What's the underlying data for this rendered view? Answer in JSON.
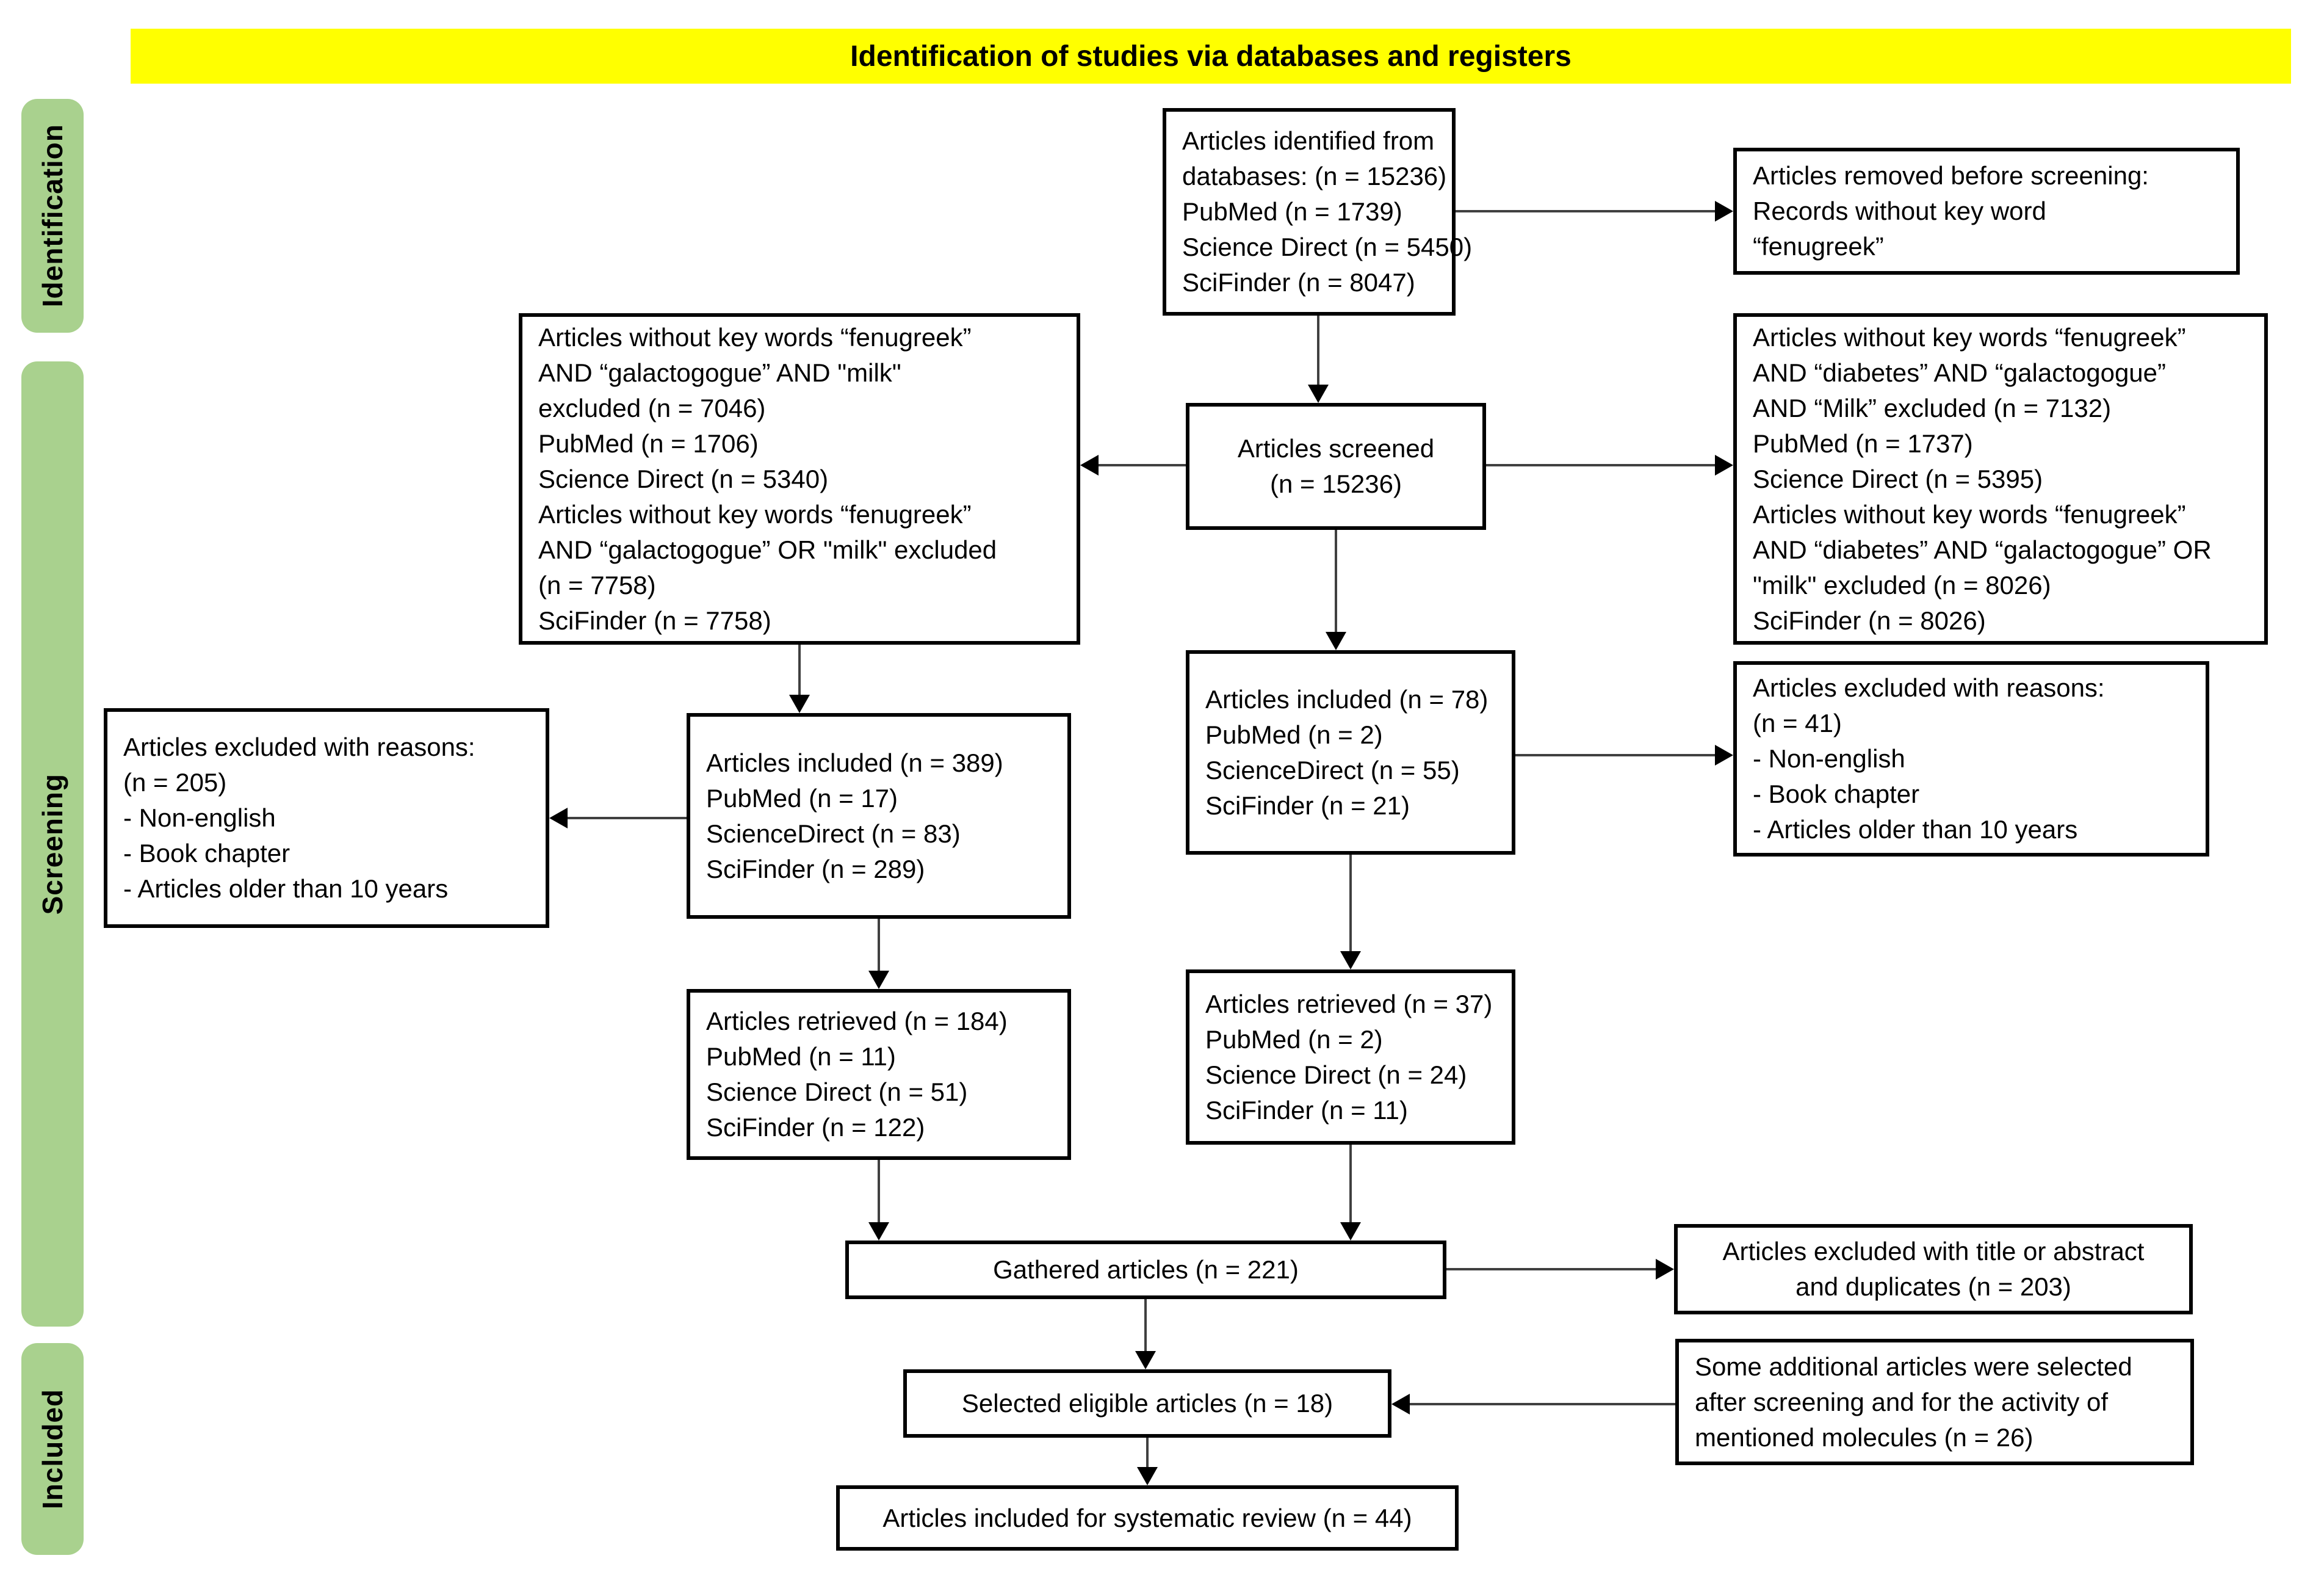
{
  "title": "Identification of studies via databases and registers",
  "bands": {
    "identification": "Identification",
    "screening": "Screening",
    "included": "Included"
  },
  "colors": {
    "title_bg": "#FFFF00",
    "band_bg": "#A9D18E",
    "box_bg": "#FFFFFF",
    "border": "#000000",
    "connector": "#404040"
  },
  "boxes": {
    "identified": {
      "lines": [
        "Articles identified from",
        "databases: (n = 15236)",
        "PubMed (n = 1739)",
        "Science Direct (n = 5450)",
        "SciFinder (n = 8047)"
      ]
    },
    "removed_before_screening": {
      "lines": [
        "Articles removed before screening:",
        "Records without key word",
        "“fenugreek”"
      ]
    },
    "keywords_excluded_left": {
      "lines": [
        "Articles without key words “fenugreek”",
        "AND “galactogogue” AND \"milk\"",
        "excluded (n = 7046)",
        "PubMed (n = 1706)",
        "Science Direct (n = 5340)",
        "Articles without key words “fenugreek”",
        "AND “galactogogue” OR \"milk\" excluded",
        "(n = 7758)",
        "SciFinder (n = 7758)"
      ]
    },
    "keywords_excluded_right": {
      "lines": [
        "Articles without key words “fenugreek”",
        "AND “diabetes” AND “galactogogue”",
        "AND “Milk” excluded (n = 7132)",
        "PubMed (n = 1737)",
        "Science Direct (n = 5395)",
        "Articles without key words “fenugreek”",
        "AND “diabetes” AND “galactogogue” OR",
        "\"milk\" excluded (n = 8026)",
        "SciFinder (n = 8026)"
      ]
    },
    "screened": {
      "lines": [
        "Articles screened",
        "(n = 15236)"
      ]
    },
    "included_78": {
      "lines": [
        "Articles included (n = 78)",
        "PubMed (n = 2)",
        "ScienceDirect (n = 55)",
        "SciFinder (n = 21)"
      ]
    },
    "excluded_41": {
      "lines": [
        "Articles excluded with reasons:",
        "(n = 41)",
        "- Non-english",
        "- Book chapter",
        "- Articles older than 10 years"
      ]
    },
    "excluded_205": {
      "lines": [
        "Articles excluded with reasons:",
        "(n = 205)",
        "- Non-english",
        "- Book chapter",
        "- Articles older than 10 years"
      ]
    },
    "included_389": {
      "lines": [
        "Articles included (n = 389)",
        "PubMed (n = 17)",
        "ScienceDirect (n = 83)",
        "SciFinder (n = 289)"
      ]
    },
    "retrieved_184": {
      "lines": [
        "Articles retrieved (n = 184)",
        "PubMed (n = 11)",
        "Science Direct (n = 51)",
        "SciFinder (n = 122)"
      ]
    },
    "retrieved_37": {
      "lines": [
        "Articles retrieved (n = 37)",
        "PubMed (n = 2)",
        "Science Direct (n = 24)",
        "SciFinder (n = 11)"
      ]
    },
    "gathered": {
      "lines": [
        "Gathered articles (n = 221)"
      ]
    },
    "excluded_title_abstract": {
      "lines": [
        "Articles excluded with title or abstract",
        "and duplicates (n = 203)"
      ]
    },
    "selected_eligible": {
      "lines": [
        "Selected eligible articles (n = 18)"
      ]
    },
    "some_additional": {
      "lines": [
        "Some additional articles were selected",
        "after screening and for the activity of",
        "mentioned molecules (n = 26)"
      ]
    },
    "final_included": {
      "lines": [
        "Articles included for systematic review (n = 44)"
      ]
    }
  }
}
